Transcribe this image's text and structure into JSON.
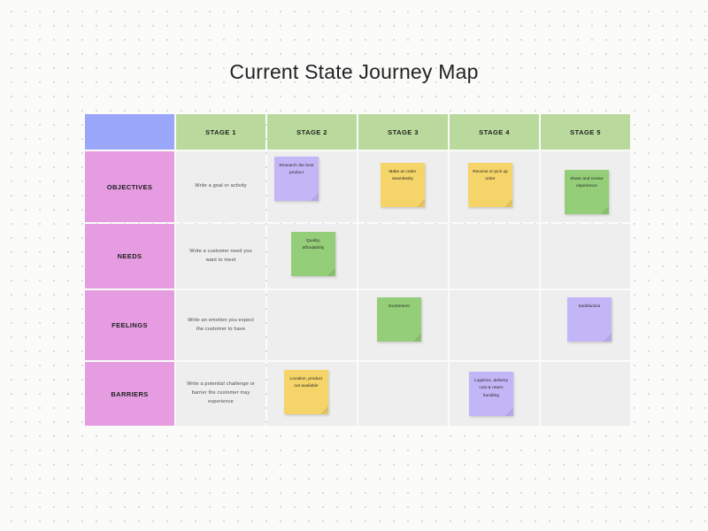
{
  "board": {
    "title": "Current State Journey Map",
    "background": "#fbfbfa",
    "dot_color": "#d8d8d6"
  },
  "colors": {
    "corner_cell": "#9aa6fa",
    "stage_header": "#b9da9c",
    "row_label": "#e59ce1",
    "content_cell": "#eeeeee",
    "note_purple": "#c3b6f7",
    "note_yellow": "#f5d469",
    "note_green": "#95ce78"
  },
  "grid": {
    "corner_label": "",
    "stages": [
      {
        "label": "STAGE 1"
      },
      {
        "label": "STAGE 2"
      },
      {
        "label": "STAGE 3"
      },
      {
        "label": "STAGE 4"
      },
      {
        "label": "STAGE 5"
      }
    ],
    "rows": [
      {
        "label": "OBJECTIVES",
        "prompt": "Write a goal or activity",
        "notes": [
          {
            "stage": 2,
            "color": "purple",
            "text": "Research the best product"
          },
          {
            "stage": 3,
            "color": "yellow",
            "text": "Make an order seamlessly"
          },
          {
            "stage": 4,
            "color": "yellow",
            "text": "Receive or pick up order"
          },
          {
            "stage": 5,
            "color": "green",
            "text": "Share and review experience"
          }
        ]
      },
      {
        "label": "NEEDS",
        "prompt": "Write a customer need you want to meet",
        "notes": [
          {
            "stage": 2,
            "color": "green",
            "text": "Quality, affordability"
          }
        ]
      },
      {
        "label": "FEELINGS",
        "prompt": "Write an emotion you expect the customer to have",
        "notes": [
          {
            "stage": 3,
            "color": "green",
            "text": "Excitement"
          },
          {
            "stage": 5,
            "color": "purple",
            "text": "Satisfaction"
          }
        ]
      },
      {
        "label": "BARRIERS",
        "prompt": "Write a potential challenge or barrier the customer may experience",
        "notes": [
          {
            "stage": 2,
            "color": "yellow",
            "text": "Location, product not available"
          },
          {
            "stage": 4,
            "color": "purple",
            "text": "Logistics, delivery cost & return handling"
          }
        ]
      }
    ]
  }
}
